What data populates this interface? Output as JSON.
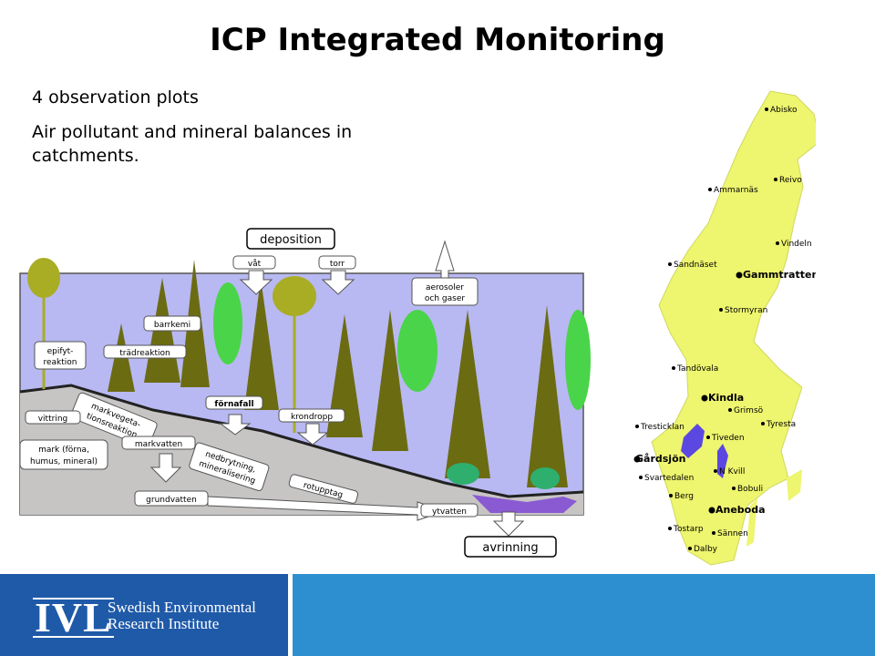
{
  "title": "ICP Integrated Monitoring",
  "bullets": [
    "4 observation plots",
    "Air pollutant and mineral balances in catchments."
  ],
  "diagram": {
    "deposition": "deposition",
    "wet": "våt",
    "dry": "torr",
    "aerosols": [
      "aerosoler",
      "och gaser"
    ],
    "barrkemi": "barrkemi",
    "tradreaktion": "trädreaktion",
    "epifyt": [
      "epifyt-",
      "reaktion"
    ],
    "markvegetation": [
      "markvegeta-",
      "tionsreaktion"
    ],
    "fornafall": "förnafall",
    "krondropp": "krondropp",
    "vittring": "vittring",
    "mark": [
      "mark (förna,",
      "humus, mineral)"
    ],
    "markvatten": "markvatten",
    "nedbrytning": [
      "nedbrytning,",
      "mineralisering"
    ],
    "rotupptag": "rotupptag",
    "grundvatten": "grundvatten",
    "ytvatten": "ytvatten",
    "avrinning": "avrinning"
  },
  "map": {
    "sites": [
      {
        "name": "Abisko",
        "bold": false
      },
      {
        "name": "Reivo",
        "bold": false
      },
      {
        "name": "Ammarnäs",
        "bold": false
      },
      {
        "name": "Vindeln",
        "bold": false
      },
      {
        "name": "Sandnäset",
        "bold": false
      },
      {
        "name": "Gammtratten",
        "bold": true
      },
      {
        "name": "Stormyran",
        "bold": false
      },
      {
        "name": "Tandövala",
        "bold": false
      },
      {
        "name": "Kindla",
        "bold": true
      },
      {
        "name": "Grimsö",
        "bold": false
      },
      {
        "name": "Tyresta",
        "bold": false
      },
      {
        "name": "Tresticklan",
        "bold": false
      },
      {
        "name": "Tiveden",
        "bold": false
      },
      {
        "name": "Gårdsjön",
        "bold": true
      },
      {
        "name": "N Kvill",
        "bold": false
      },
      {
        "name": "Svartedalen",
        "bold": false
      },
      {
        "name": "Bobuli",
        "bold": false
      },
      {
        "name": "Berg",
        "bold": false
      },
      {
        "name": "Aneboda",
        "bold": true
      },
      {
        "name": "Tostarp",
        "bold": false
      },
      {
        "name": "Sännen",
        "bold": false
      },
      {
        "name": "Dalby",
        "bold": false
      }
    ]
  },
  "footer": {
    "logo": "IVL",
    "org_line1": "Swedish Environmental",
    "org_line2": "Research Institute"
  },
  "colors": {
    "sky": "#b8b8f2",
    "map": "#eef56e",
    "footer_dark": "#1f5aa8",
    "footer_light": "#2e8fd0"
  }
}
